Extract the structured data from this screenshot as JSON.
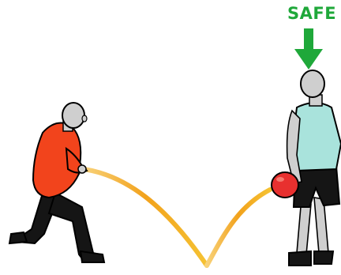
{
  "label": {
    "text": "SAFE",
    "color": "#1fa83a"
  },
  "colors": {
    "thrower_shirt": "#f2441c",
    "thrower_pants": "#151515",
    "receiver_shirt": "#a9e3dc",
    "receiver_shorts": "#151515",
    "skin": "#cfcfcf",
    "ball": "#e8302f",
    "trajectory_start": "#f6b23c",
    "trajectory_end": "#f5c233",
    "arrow": "#1fa83a"
  },
  "figures": {
    "thrower": "kneeling-thrower-figure",
    "receiver": "standing-receiver-figure",
    "ball": "ball",
    "arrow": "down-arrow-icon",
    "path": "bounce-trajectory"
  }
}
